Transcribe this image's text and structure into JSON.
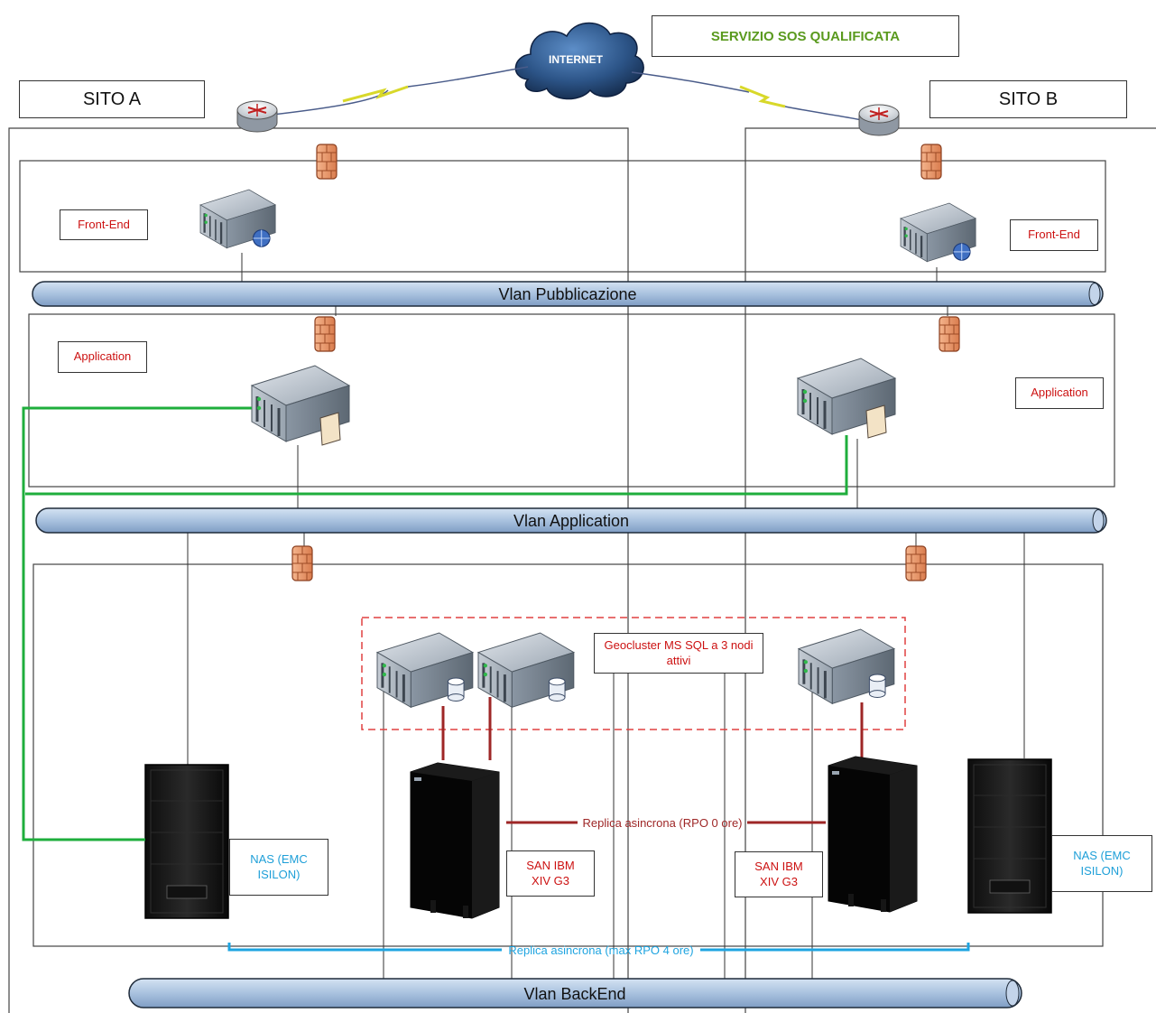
{
  "colors": {
    "vlan_fill": "#a9c2df",
    "vlan_stroke": "#1f2b3a",
    "green_link": "#1fae3c",
    "red_link": "#9e2626",
    "blue_link": "#1ea4e0",
    "label_red": "#cc1111",
    "label_blue": "#1e9fd8",
    "service_green": "#5a9a1e",
    "dashed_red": "#e04040"
  },
  "service_title": "SERVIZIO SOS QUALIFICATA",
  "internet_label": "INTERNET",
  "sites": {
    "a": {
      "label": "SITO A"
    },
    "b": {
      "label": "SITO B"
    }
  },
  "tiers": {
    "front_end": "Front-End",
    "application": "Application"
  },
  "vlans": {
    "pubblicazione": "Vlan Pubblicazione",
    "application": "Vlan Application",
    "backend": "Vlan BackEnd"
  },
  "cluster": {
    "label": "Geocluster MS SQL a 3 nodi attivi"
  },
  "storage": {
    "nas": "NAS (EMC ISILON)",
    "san": "SAN IBM XIV G3"
  },
  "replication": {
    "san": "Replica asincrona (RPO 0 ore)",
    "nas": "Replica asincrona (max RPO 4 ore)"
  },
  "icons": [
    "cloud-icon",
    "router-icon",
    "firewall-icon",
    "server-icon",
    "web-server-icon",
    "app-server-icon",
    "db-server-icon",
    "storage-rack-icon",
    "lightning-link-icon"
  ]
}
